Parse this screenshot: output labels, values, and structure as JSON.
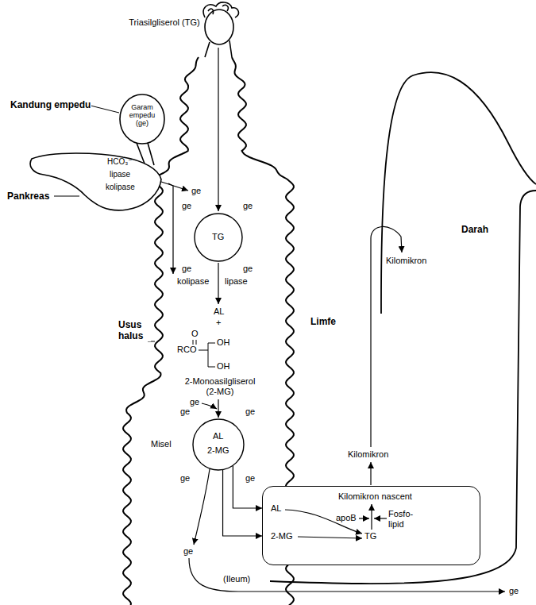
{
  "diagram": {
    "nodes": [
      {
        "text": [
          "Garam empedu (ge)"
        ]
      },
      {
        "text": [
          "HCO₃⁻",
          "lipase",
          "kolipase"
        ]
      },
      {
        "text": [
          "ge",
          "ge",
          "TG",
          "ge",
          "ge"
        ]
      },
      {
        "text": [
          "Misel",
          "ge",
          "ge",
          "AL",
          "2-MG",
          "ge",
          "ge"
        ]
      },
      {
        "text": [
          "Kilomikron nascent",
          "apoB",
          "Fosfo- lipid",
          "AL",
          "TG",
          "2-MG"
        ]
      }
    ],
    "edges": [
      {
        "from": 3,
        "to": 4,
        "arrow": "to"
      },
      {
        "from": 3,
        "to": 4,
        "arrow": "to"
      }
    ],
    "labels": [
      "Triasilgliserol (TG)",
      "Kandung empedu",
      "Pankreas",
      "ge",
      "Darah",
      "Kilomikron",
      "kolipase",
      "lipase",
      "Usus halus",
      "AL",
      "+",
      "Limfe",
      "O",
      "RCO",
      "OH",
      "OH",
      "2-Monoasilgliserol (2-MG)",
      "ge",
      "Kilomikron",
      "ge",
      "(Ileum)",
      "ge"
    ]
  }
}
